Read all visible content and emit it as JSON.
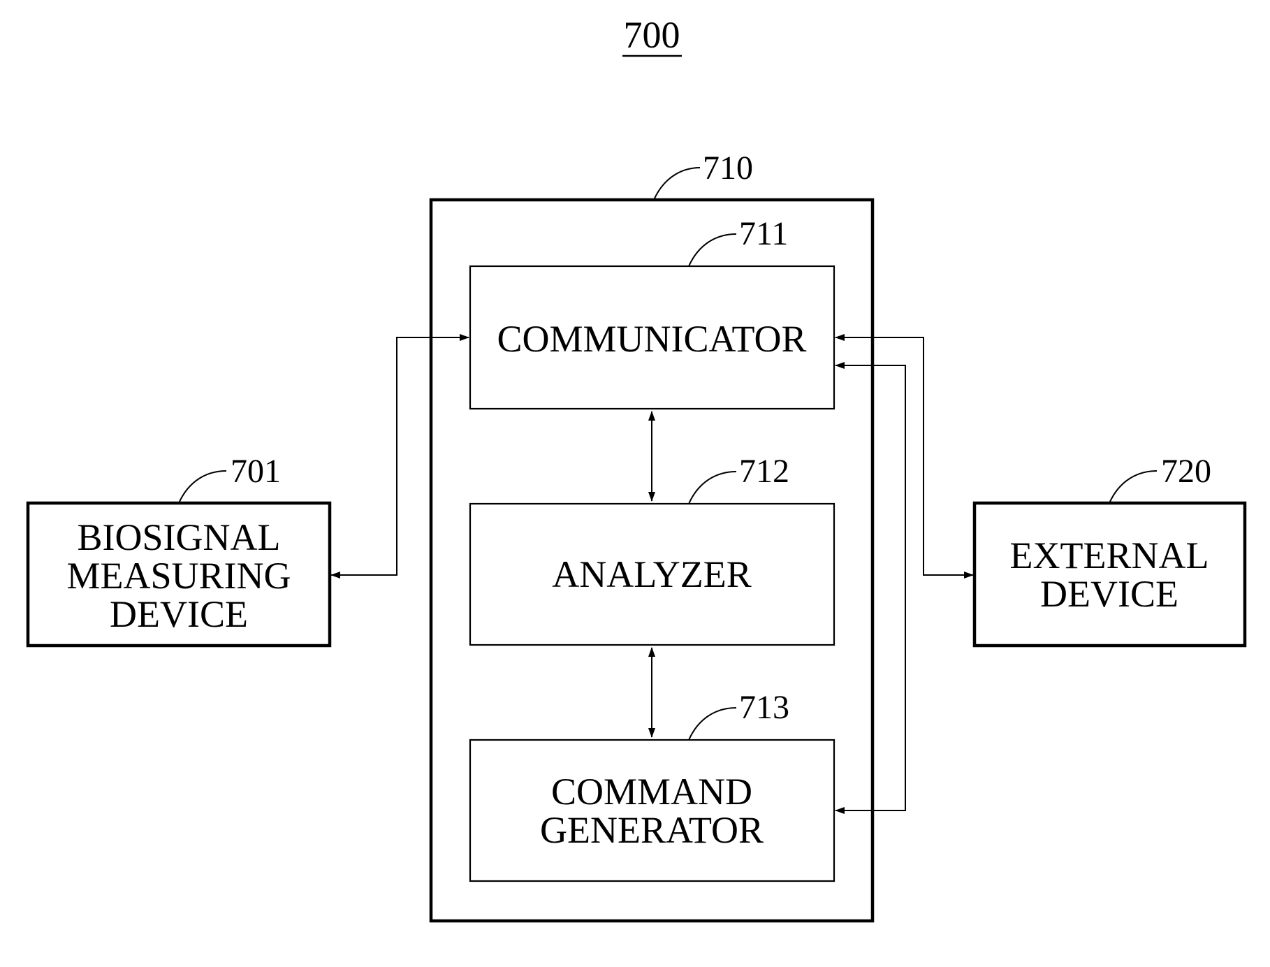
{
  "figure_number": "700",
  "refs": {
    "server": "710",
    "communicator": "711",
    "analyzer": "712",
    "command_generator": "713",
    "biosignal_device": "701",
    "external_device": "720"
  },
  "boxes": {
    "communicator": [
      "COMMUNICATOR"
    ],
    "analyzer": [
      "ANALYZER"
    ],
    "command_generator": [
      "COMMAND",
      "GENERATOR"
    ],
    "biosignal_device": [
      "BIOSIGNAL",
      "MEASURING",
      "DEVICE"
    ],
    "external_device": [
      "EXTERNAL",
      "DEVICE"
    ]
  }
}
